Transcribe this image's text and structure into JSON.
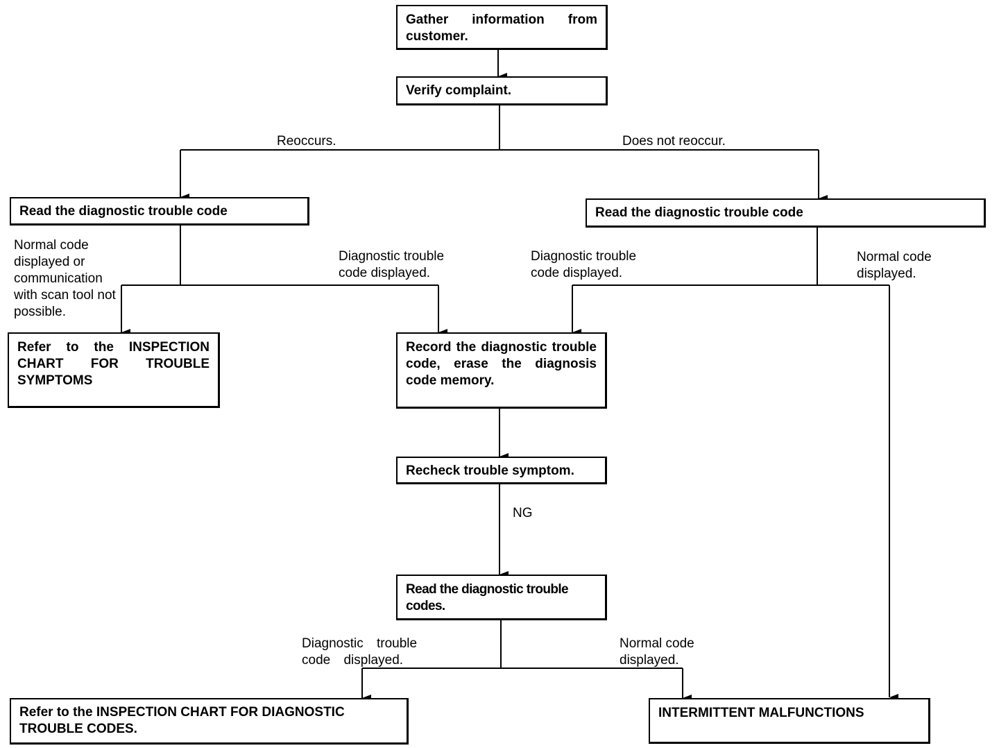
{
  "nodes": {
    "gather": "Gather information from customer.",
    "verify": "Verify complaint.",
    "read_left": "Read the diagnostic trouble code",
    "read_right": "Read the diagnostic trouble code",
    "refer_symptoms": "Refer to the INSPECTION CHART FOR TROUBLE SYMPTOMS",
    "record": "Record the diagnostic trouble code, erase the diagnosis code memory.",
    "recheck": "Recheck trouble symptom.",
    "read_codes": "Read the diagnostic trouble codes.",
    "refer_codes": "Refer to the INSPECTION CHART FOR DIAGNOSTIC TROUBLE CODES.",
    "intermittent": "INTERMITTENT MALFUNCTIONS"
  },
  "edge_labels": {
    "reoccurs": "Reoccurs.",
    "not_reoccur": "Does not reoccur.",
    "normal_or_comm": "Normal code displayed or communication with scan tool not possible.",
    "dtc_left": "Diagnostic trouble code displayed.",
    "dtc_right": "Diagnostic trouble code displayed.",
    "normal_right": "Normal code displayed.",
    "ng": "NG",
    "dtc_bottom": "Diagnostic trouble code displayed.",
    "normal_bottom": "Normal code displayed."
  }
}
